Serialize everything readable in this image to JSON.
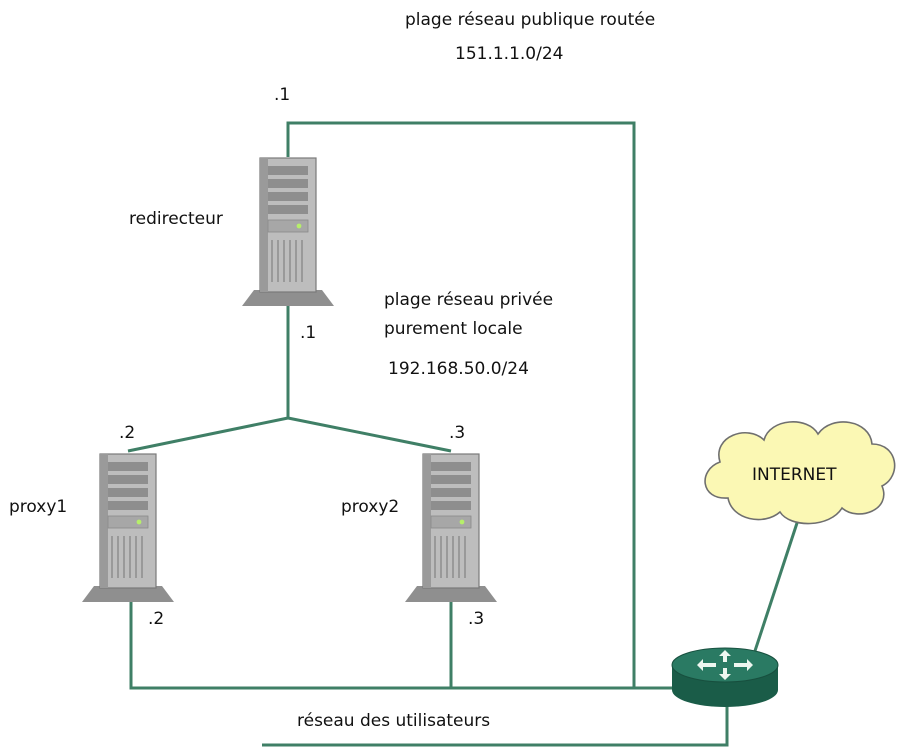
{
  "public_network": {
    "label": "plage réseau publique routée",
    "range": "151.1.1.0/24",
    "redirecteur_ip": ".1"
  },
  "private_network": {
    "line1": "plage réseau privée",
    "line2": "purement locale",
    "range": "192.168.50.0/24",
    "redirecteur_ip": ".1",
    "proxy1_ip": ".2",
    "proxy2_ip": ".3"
  },
  "servers": {
    "redirecteur": "redirecteur",
    "proxy1": "proxy1",
    "proxy2": "proxy2"
  },
  "user_network": {
    "label": "réseau des utilisateurs",
    "proxy1_ip": ".2",
    "proxy2_ip": ".3"
  },
  "internet": {
    "label": "INTERNET"
  },
  "colors": {
    "link": "#3f7f66",
    "server_body": "#b8b8b8",
    "server_dark": "#8a8a8a",
    "cloud_fill": "#fbf8b4",
    "router": "#1f6a55",
    "led": "#aee860"
  }
}
